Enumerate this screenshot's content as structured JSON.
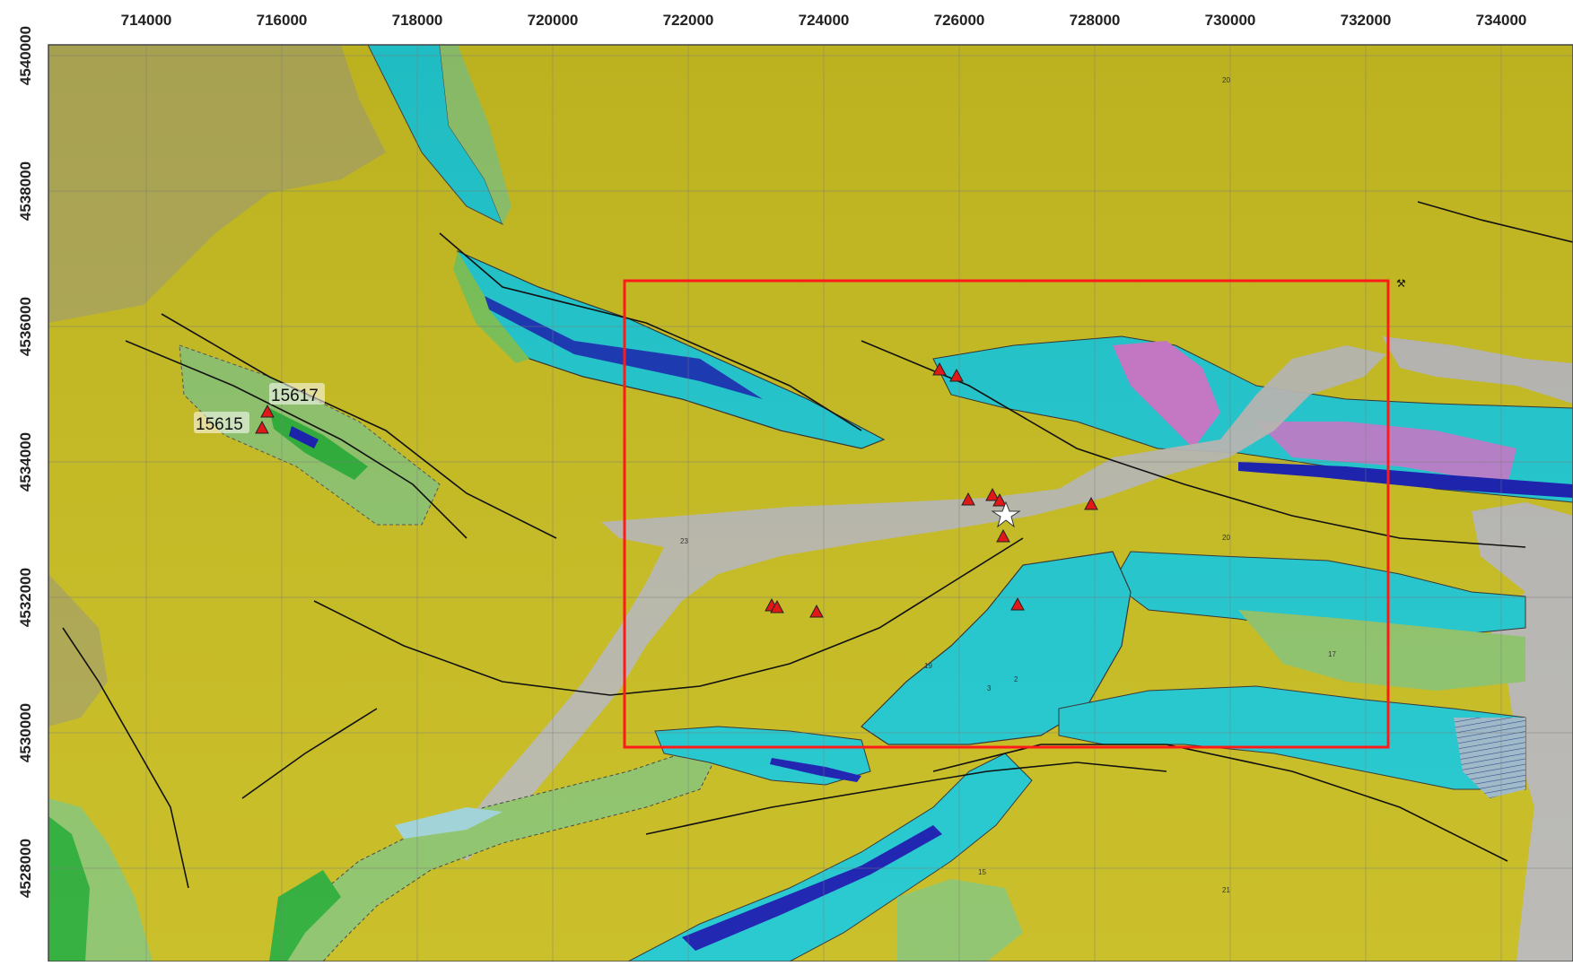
{
  "map": {
    "x_ticks": [
      "714000",
      "716000",
      "718000",
      "720000",
      "722000",
      "724000",
      "726000",
      "728000",
      "730000",
      "732000",
      "734000"
    ],
    "y_ticks": [
      "4540000",
      "4538000",
      "4536000",
      "4534000",
      "4532000",
      "4530000",
      "4528000"
    ],
    "site_labels": [
      "15617",
      "15615"
    ],
    "unit_numbers": [
      "20",
      "23",
      "21",
      "15",
      "17",
      "2",
      "3",
      "19",
      "20"
    ],
    "colors": {
      "background_unit": "#c8bd22",
      "cyan_unit": "#22c8cf",
      "magenta_unit": "#c978c8",
      "green_unit": "#8fc46c",
      "dark_green_unit": "#2fae3a",
      "blue_unit": "#1a1fb0",
      "alluvium": "#b9b8b4",
      "study_area": "#ff1a1a",
      "site_marker": "#e01818"
    },
    "icons": [
      "site-triangle-icon",
      "star-icon",
      "mine-icon",
      "fold-axis-icon",
      "thrust-fault-icon"
    ]
  }
}
